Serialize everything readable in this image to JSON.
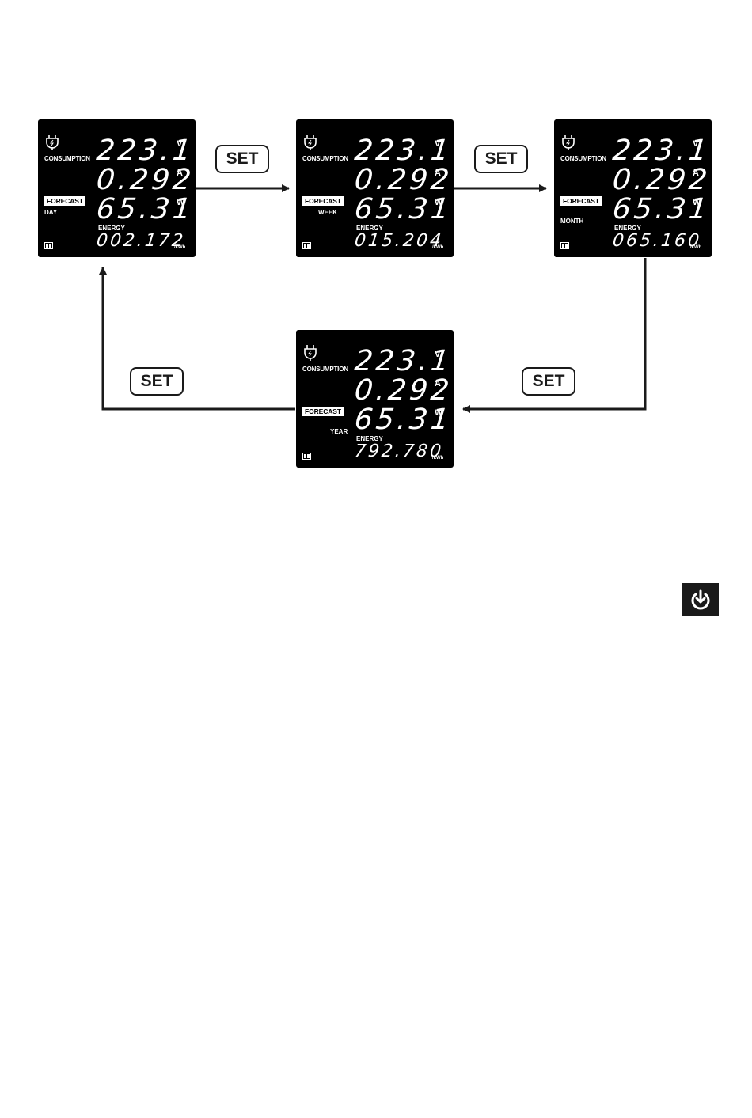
{
  "set_label": "SET",
  "units": {
    "voltage": "V",
    "current": "A",
    "power": "W",
    "energy_unit": "/kWh"
  },
  "labels": {
    "consumption": "CONSUMPTION",
    "forecast": "FORECAST",
    "energy": "ENERGY"
  },
  "screens": [
    {
      "period": "DAY",
      "voltage": "223.1",
      "current": "0.292",
      "power": "65.31",
      "energy": "002.172"
    },
    {
      "period": "WEEK",
      "voltage": "223.1",
      "current": "0.292",
      "power": "65.31",
      "energy": "015.204"
    },
    {
      "period": "MONTH",
      "voltage": "223.1",
      "current": "0.292",
      "power": "65.31",
      "energy": "065.160"
    },
    {
      "period": "YEAR",
      "voltage": "223.1",
      "current": "0.292",
      "power": "65.31",
      "energy": "792.780"
    }
  ],
  "icons": {
    "plug": "plug-icon",
    "battery": "battery-icon",
    "power": "power-icon"
  }
}
